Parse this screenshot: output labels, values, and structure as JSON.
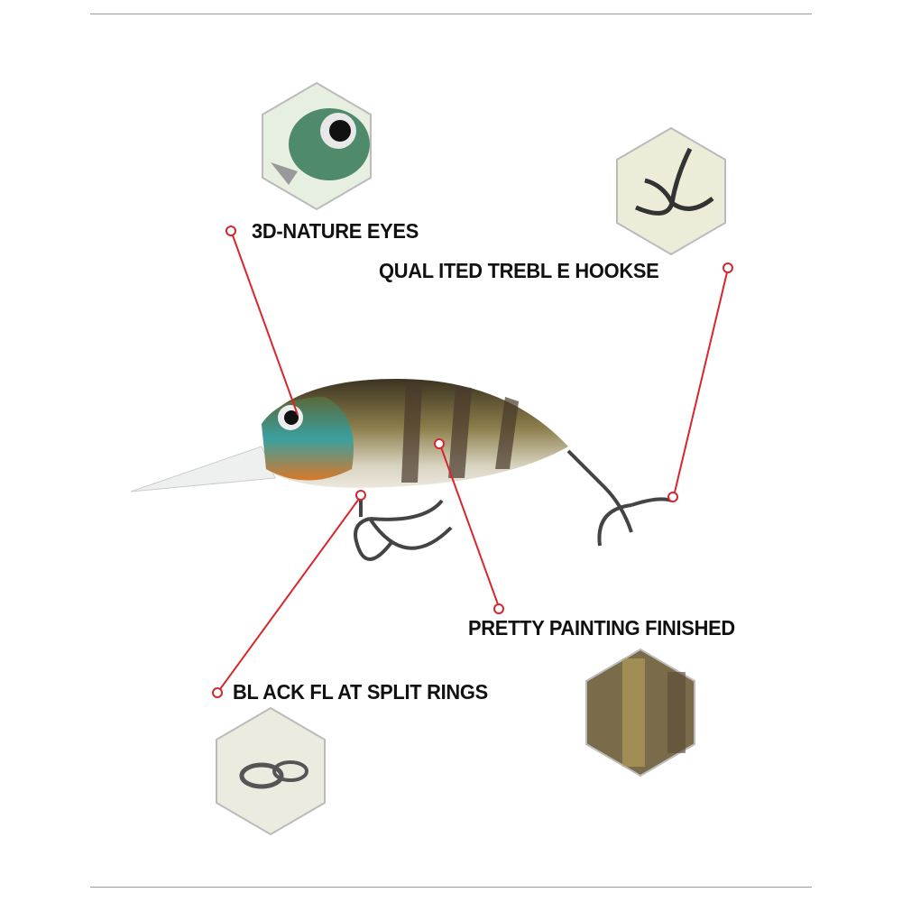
{
  "features": [
    {
      "id": "eyes",
      "label": "3D-NATURE EYES"
    },
    {
      "id": "hooks",
      "label": "QUAL ITED TREBL E HOOKSE"
    },
    {
      "id": "painting",
      "label": "PRETTY PAINTING FINISHED"
    },
    {
      "id": "rings",
      "label": "BL ACK FL AT SPLIT RINGS"
    }
  ],
  "colors": {
    "callout": "#d8262c",
    "text": "#111111",
    "rule": "#999999"
  }
}
